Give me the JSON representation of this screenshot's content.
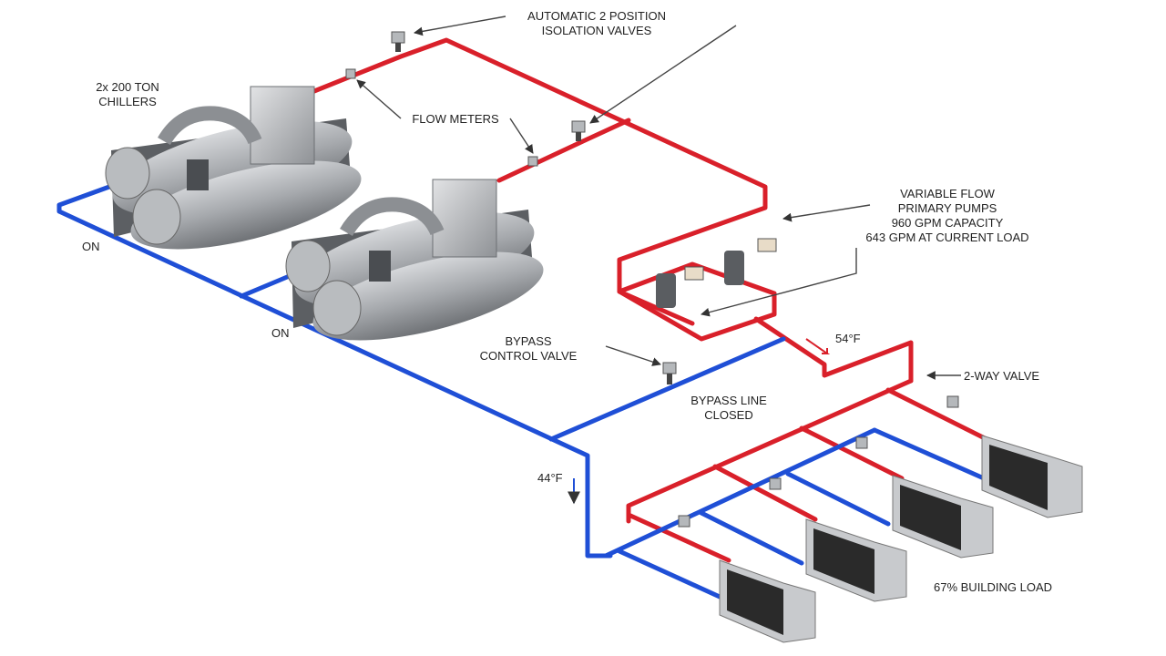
{
  "labels": {
    "chillers_line1": "2x 200 TON",
    "chillers_line2": "CHILLERS",
    "iso_valves_line1": "AUTOMATIC 2 POSITION",
    "iso_valves_line2": "ISOLATION VALVES",
    "flow_meters": "FLOW METERS",
    "pumps_line1": "VARIABLE FLOW",
    "pumps_line2": "PRIMARY PUMPS",
    "pumps_line3": "960 GPM CAPACITY",
    "pumps_line4": "643 GPM AT CURRENT LOAD",
    "chiller1_status": "ON",
    "chiller2_status": "ON",
    "bypass_valve_line1": "BYPASS",
    "bypass_valve_line2": "CONTROL VALVE",
    "bypass_line_line1": "BYPASS LINE",
    "bypass_line_line2": "CLOSED",
    "supply_temp": "54°F",
    "return_temp": "44°F",
    "two_way_valve": "2-WAY VALVE",
    "building_load": "67% BUILDING LOAD"
  },
  "colors": {
    "hot_pipe": "#d9202a",
    "cold_pipe": "#1f4fd6",
    "equipment": "#a9acb0",
    "coil_face": "#2a2a2a"
  }
}
